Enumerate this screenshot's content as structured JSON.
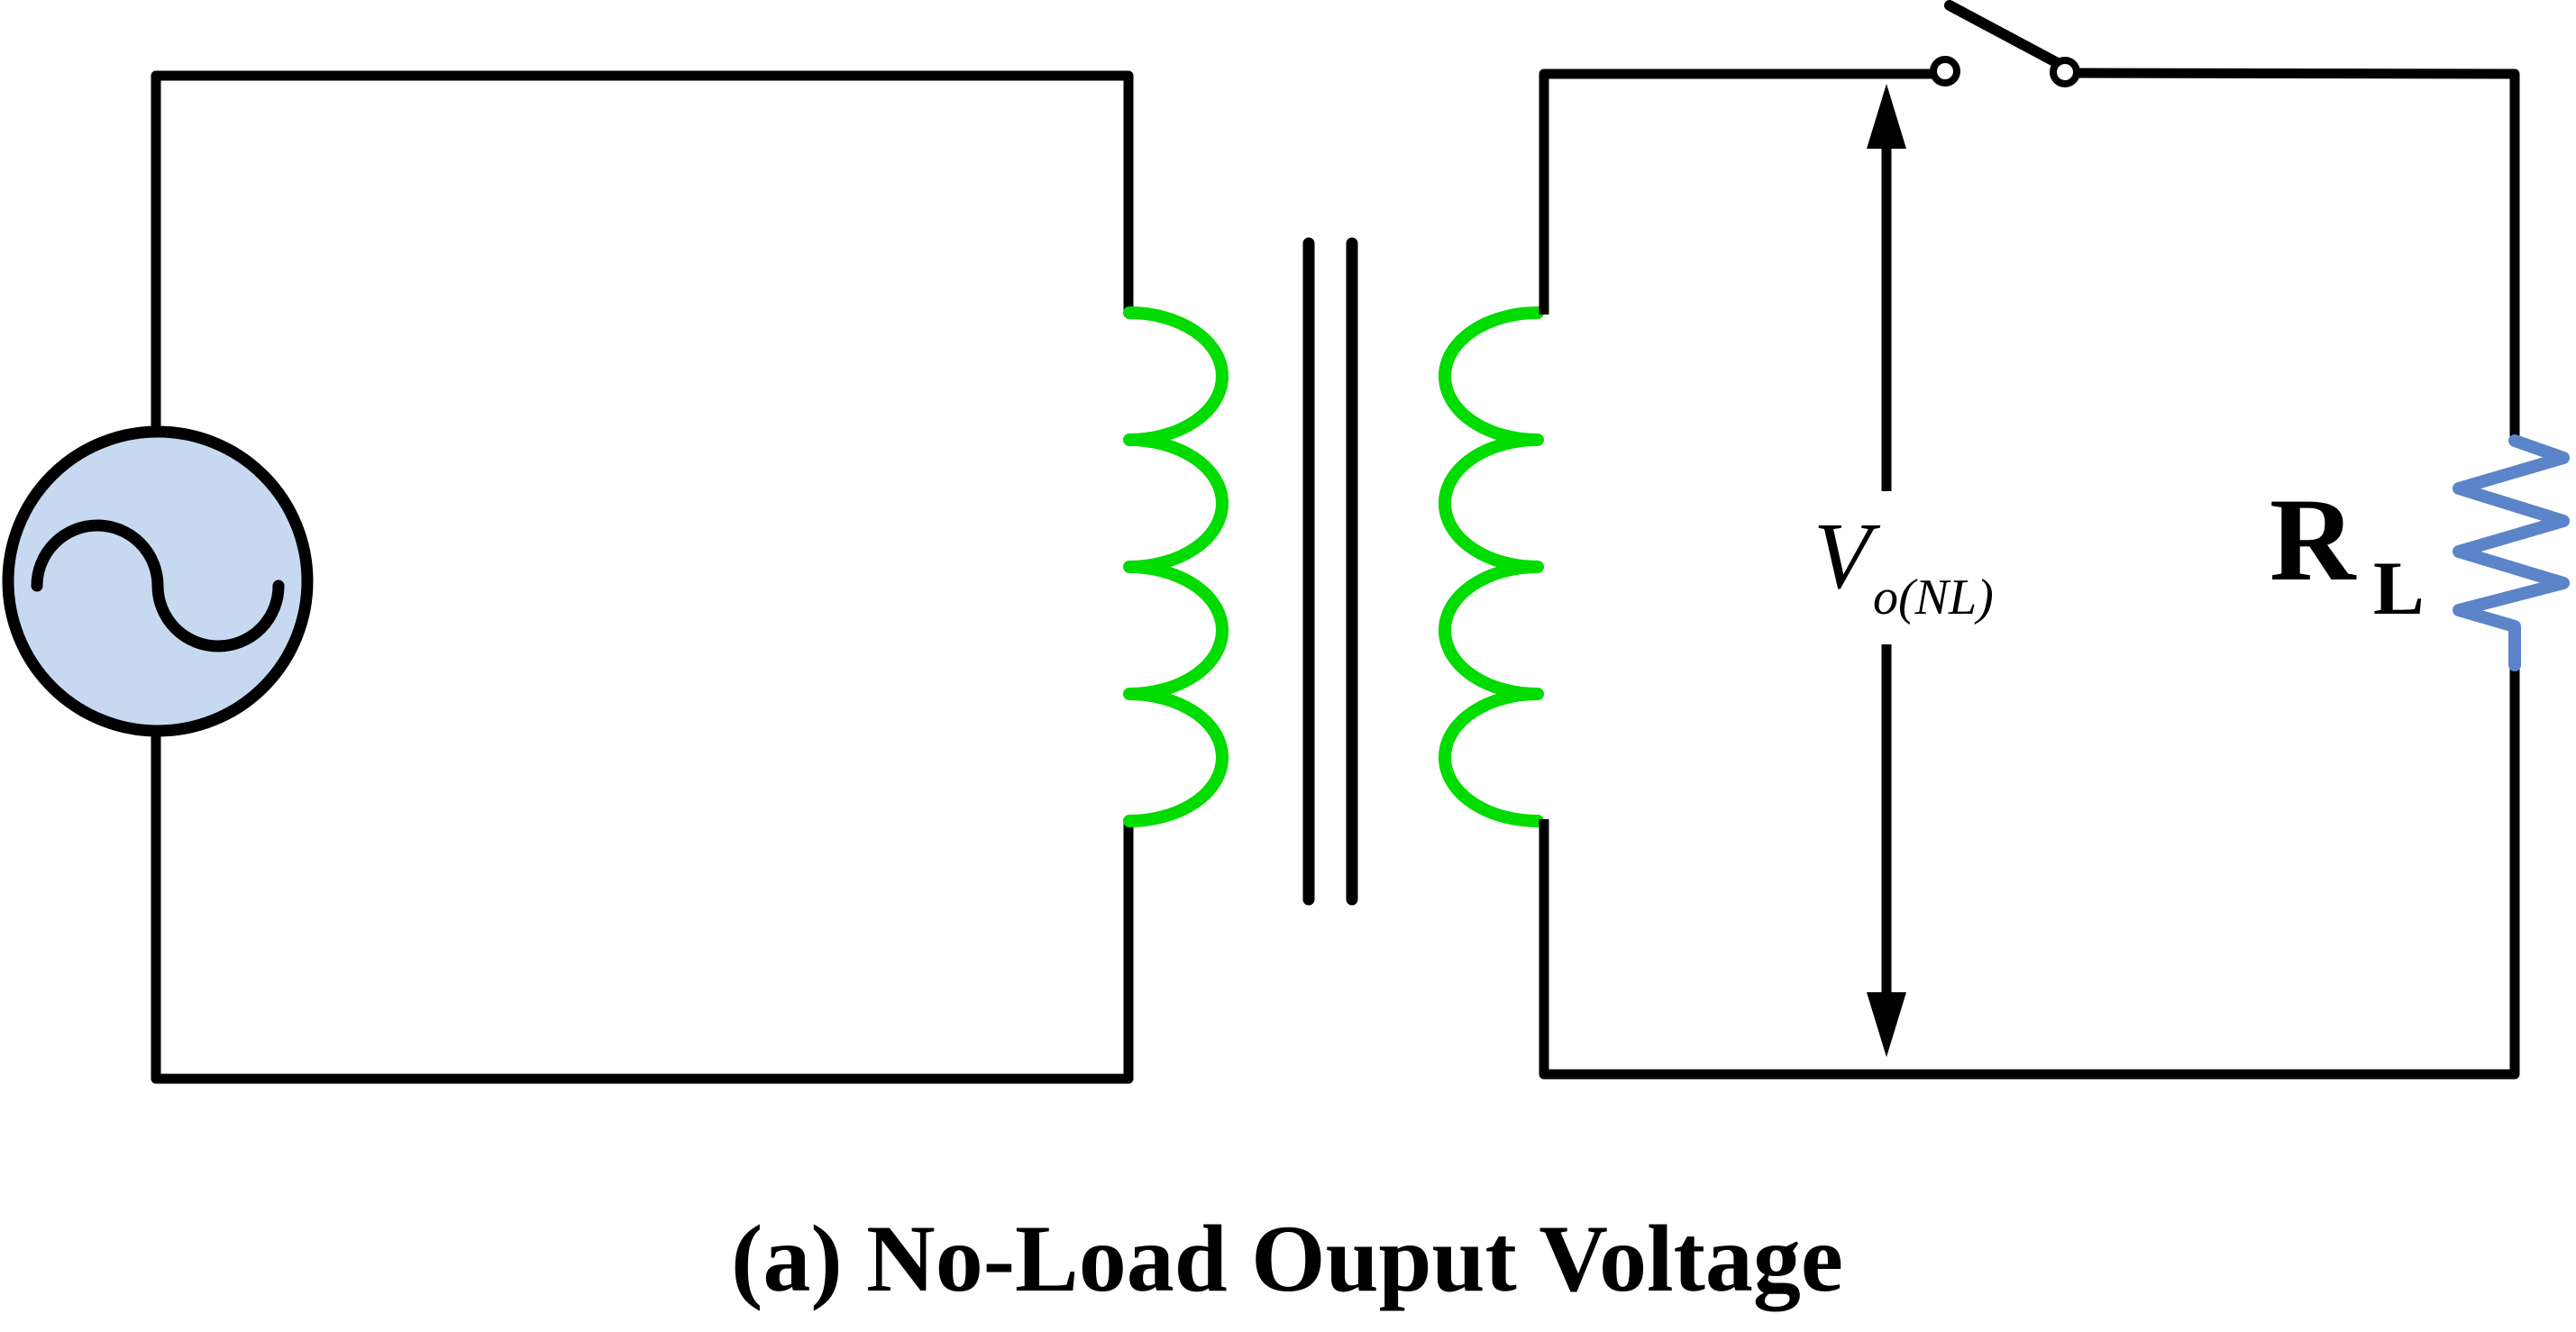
{
  "caption": "(a) No-Load Ouput Voltage",
  "labels": {
    "voltage": {
      "base": "V",
      "subscript": "o(NL)"
    },
    "load_resistor": {
      "base": "R",
      "subscript": "L"
    }
  },
  "icons": {
    "ac_source": "ac-source-icon",
    "transformer_primary": "transformer-primary-coil",
    "transformer_core": "transformer-core",
    "transformer_secondary": "transformer-secondary-coil",
    "open_switch": "open-switch-icon",
    "voltage_arrow": "voltage-measure-arrow",
    "resistor": "load-resistor-icon"
  },
  "colors": {
    "wire": "#000000",
    "winding_green": "#00db00",
    "resistor_blue": "#5b84c9",
    "source_fill": "#c6d9f1",
    "background": "#ffffff"
  }
}
